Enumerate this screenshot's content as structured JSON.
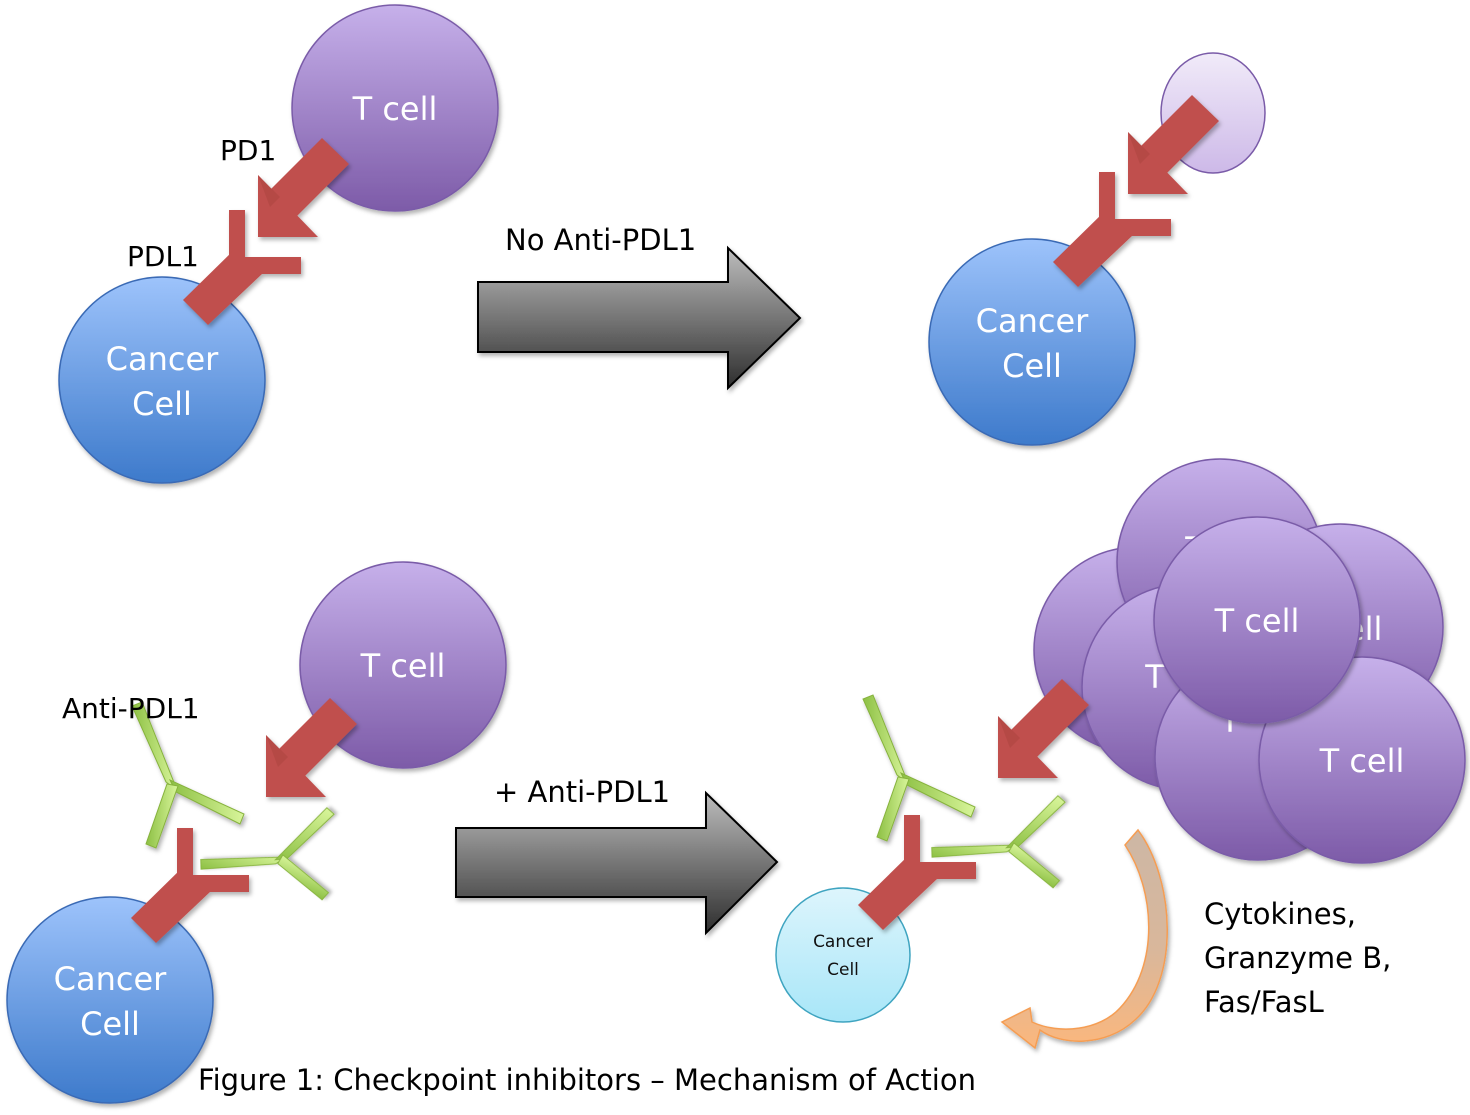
{
  "figure": {
    "caption": "Figure 1: Checkpoint inhibitors – Mechanism of Action",
    "colors": {
      "t_cell": "#9F85CC",
      "t_cell_stroke": "#7A5BA8",
      "cancer_cell": "#5B8EDB",
      "cancer_cell_stroke": "#3A6BB5",
      "cancer_cell_dead": "#B5E9F8",
      "receptor": "#C0504D",
      "antibody": "#9BC84A",
      "arrow": "#7F7F7F",
      "cytokine_arrow": "#F9B47A"
    }
  },
  "panels": {
    "top_left": {
      "t_cell_label": "T cell",
      "cancer_label_line1": "Cancer",
      "cancer_label_line2": "Cell",
      "pd1_label": "PD1",
      "pdl1_label": "PDL1"
    },
    "transition_top": {
      "label": "No Anti-PDL1"
    },
    "top_right": {
      "cancer_label_line1": "Cancer",
      "cancer_label_line2": "Cell"
    },
    "bottom_left": {
      "t_cell_label": "T cell",
      "cancer_label_line1": "Cancer",
      "cancer_label_line2": "Cell",
      "antibody_label": "Anti-PDL1"
    },
    "transition_bottom": {
      "label": "+ Anti-PDL1"
    },
    "bottom_right": {
      "cancer_label_line1": "Cancer",
      "cancer_label_line2": "Cell",
      "t_cell_cluster_labels": [
        "T",
        "T",
        "T cell",
        "T cell",
        "T",
        "T cell",
        "T cell"
      ],
      "effector_text": [
        "Cytokines,",
        "Granzyme B,",
        "Fas/FasL"
      ]
    }
  }
}
